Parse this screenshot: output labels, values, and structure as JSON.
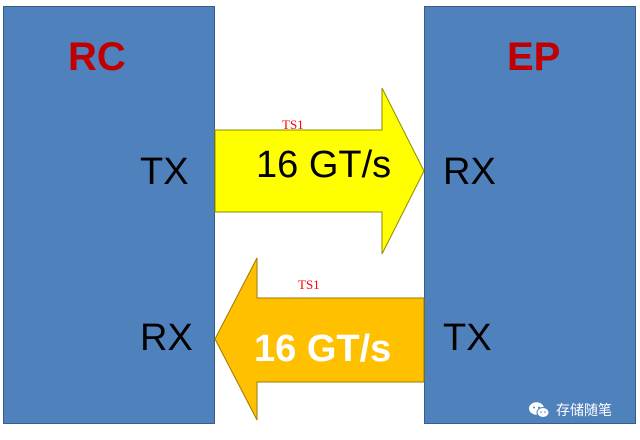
{
  "diagram": {
    "left_block": {
      "title": "RC",
      "ports": {
        "top": "TX",
        "bottom": "RX"
      }
    },
    "right_block": {
      "title": "EP",
      "ports": {
        "top": "RX",
        "bottom": "TX"
      }
    },
    "arrows": [
      {
        "direction": "right",
        "label": "TS1",
        "speed": "16 GT/s",
        "fill_color": "#ffff00"
      },
      {
        "direction": "left",
        "label": "TS1",
        "speed": "16 GT/s",
        "fill_color": "#ffc000"
      }
    ]
  },
  "watermark": {
    "icon": "wechat-icon",
    "text": "存储随笔"
  },
  "colors": {
    "block_fill": "#4f81bd",
    "title_color": "#c00000",
    "ts_label_color": "#ff0000",
    "speed_bottom_color": "#ffffff"
  }
}
